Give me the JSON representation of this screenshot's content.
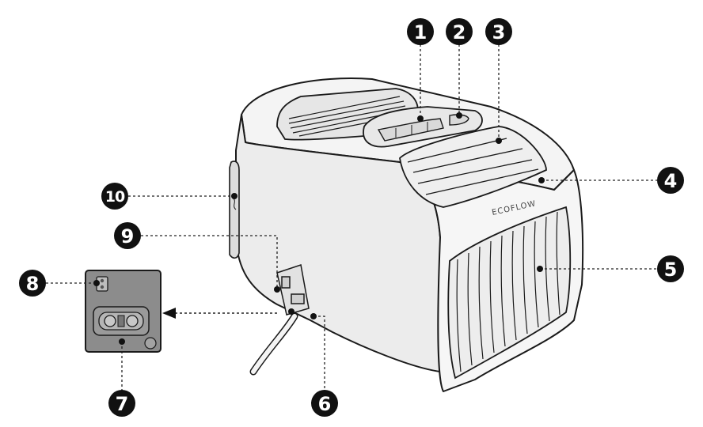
{
  "brand_label": "ECOFLOW",
  "callouts": [
    {
      "label": "1"
    },
    {
      "label": "2"
    },
    {
      "label": "3"
    },
    {
      "label": "4"
    },
    {
      "label": "5"
    },
    {
      "label": "6"
    },
    {
      "label": "7"
    },
    {
      "label": "8"
    },
    {
      "label": "9"
    },
    {
      "label": "10"
    }
  ],
  "colors": {
    "outline": "#1a1a1a",
    "body_fill": "#f2f2f2",
    "panel_fill": "#8c8c8c",
    "callout_fill": "#111111",
    "leader": "#222222"
  }
}
